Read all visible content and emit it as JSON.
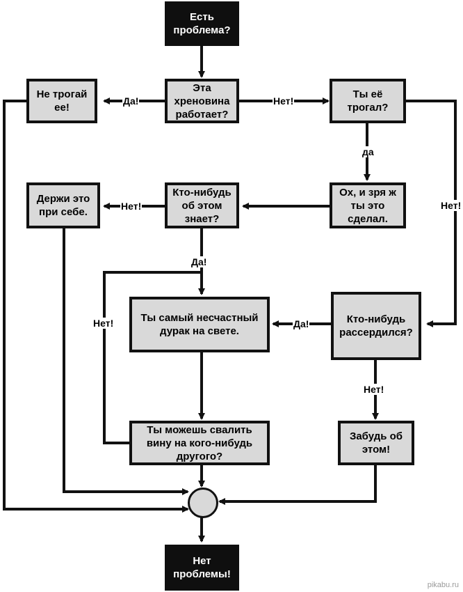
{
  "nodes": {
    "start": "Есть\nпроблема?",
    "works": "Эта\nхреновина\nработает?",
    "dont_touch": "Не трогай\nее!",
    "touched": "Ты её\nтрогал?",
    "oh_no": "Ох, и зря ж\nты это\nсделал.",
    "anyone_knows": "Кто-нибудь\nоб этом\nзнает?",
    "keep_to_self": "Держи это\nпри себе.",
    "unlucky": "Ты самый несчастный\nдурак на свете.",
    "anyone_angry": "Кто-нибудь\nрассердился?",
    "blame": "Ты можешь свалить\nвину на кого-нибудь\nдругого?",
    "forget": "Забудь об\nэтом!",
    "end": "Нет\nпроблемы!"
  },
  "edge_labels": {
    "works_yes": "Да!",
    "works_no": "Нет!",
    "touched_yes": "да",
    "touched_no": "Нет!",
    "knows_no": "Нет!",
    "knows_yes": "Да!",
    "angry_yes": "Да!",
    "angry_no": "Нет!",
    "blame_no": "Нет!"
  },
  "watermark": "pikabu.ru"
}
